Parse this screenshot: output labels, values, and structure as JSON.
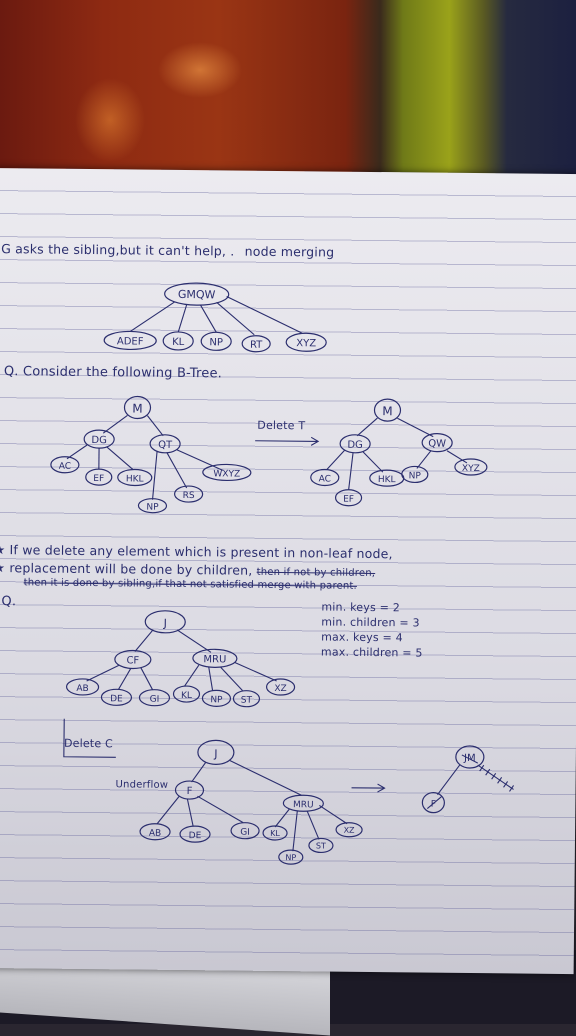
{
  "line1": {
    "lead": "G asks the sibling,but it can't help, .",
    "tail": "node merging"
  },
  "tree1": {
    "root": "GMQW",
    "children": [
      "ADEF",
      "KL",
      "NP",
      "RT",
      "XYZ"
    ]
  },
  "q1": "Q. Consider the following B-Tree.",
  "delete_t": "Delete T",
  "tree2": {
    "root": "M",
    "left": "DG",
    "right": "QT",
    "leaves_left": [
      "AC",
      "EF",
      "HKL"
    ],
    "leaves_right": [
      "NP",
      "RS",
      "WXYZ"
    ]
  },
  "tree3": {
    "root": "M",
    "left": "DG",
    "right": "QW",
    "leaves": [
      "AC",
      "EF",
      "HKL",
      "NP",
      "XYZ"
    ]
  },
  "note": {
    "line1": "If we delete any element which is present in non-leaf node,",
    "line2": "replacement will be done by children,",
    "line2_extra": "then if not by children,",
    "line3": "then it is done by sibling,if that not satisfied merge with parent."
  },
  "q2": "Q.",
  "constraints": [
    "min. keys = 2",
    "min. children = 3",
    "max. keys = 4",
    "max. children = 5"
  ],
  "tree4": {
    "root": "J",
    "left": "CF",
    "right": "MRU",
    "leaves": [
      "AB",
      "DE",
      "GI",
      "KL",
      "NP",
      "ST",
      "XZ"
    ]
  },
  "delete_c": "Delete C",
  "underflow": "Underflow",
  "tree5": {
    "root": "J",
    "left": "F",
    "right": "MRU",
    "leaves": [
      "AB",
      "DE",
      "GI",
      "KL",
      "NP",
      "ST",
      "XZ"
    ]
  },
  "tree6": {
    "root": "JM",
    "left": "F"
  }
}
